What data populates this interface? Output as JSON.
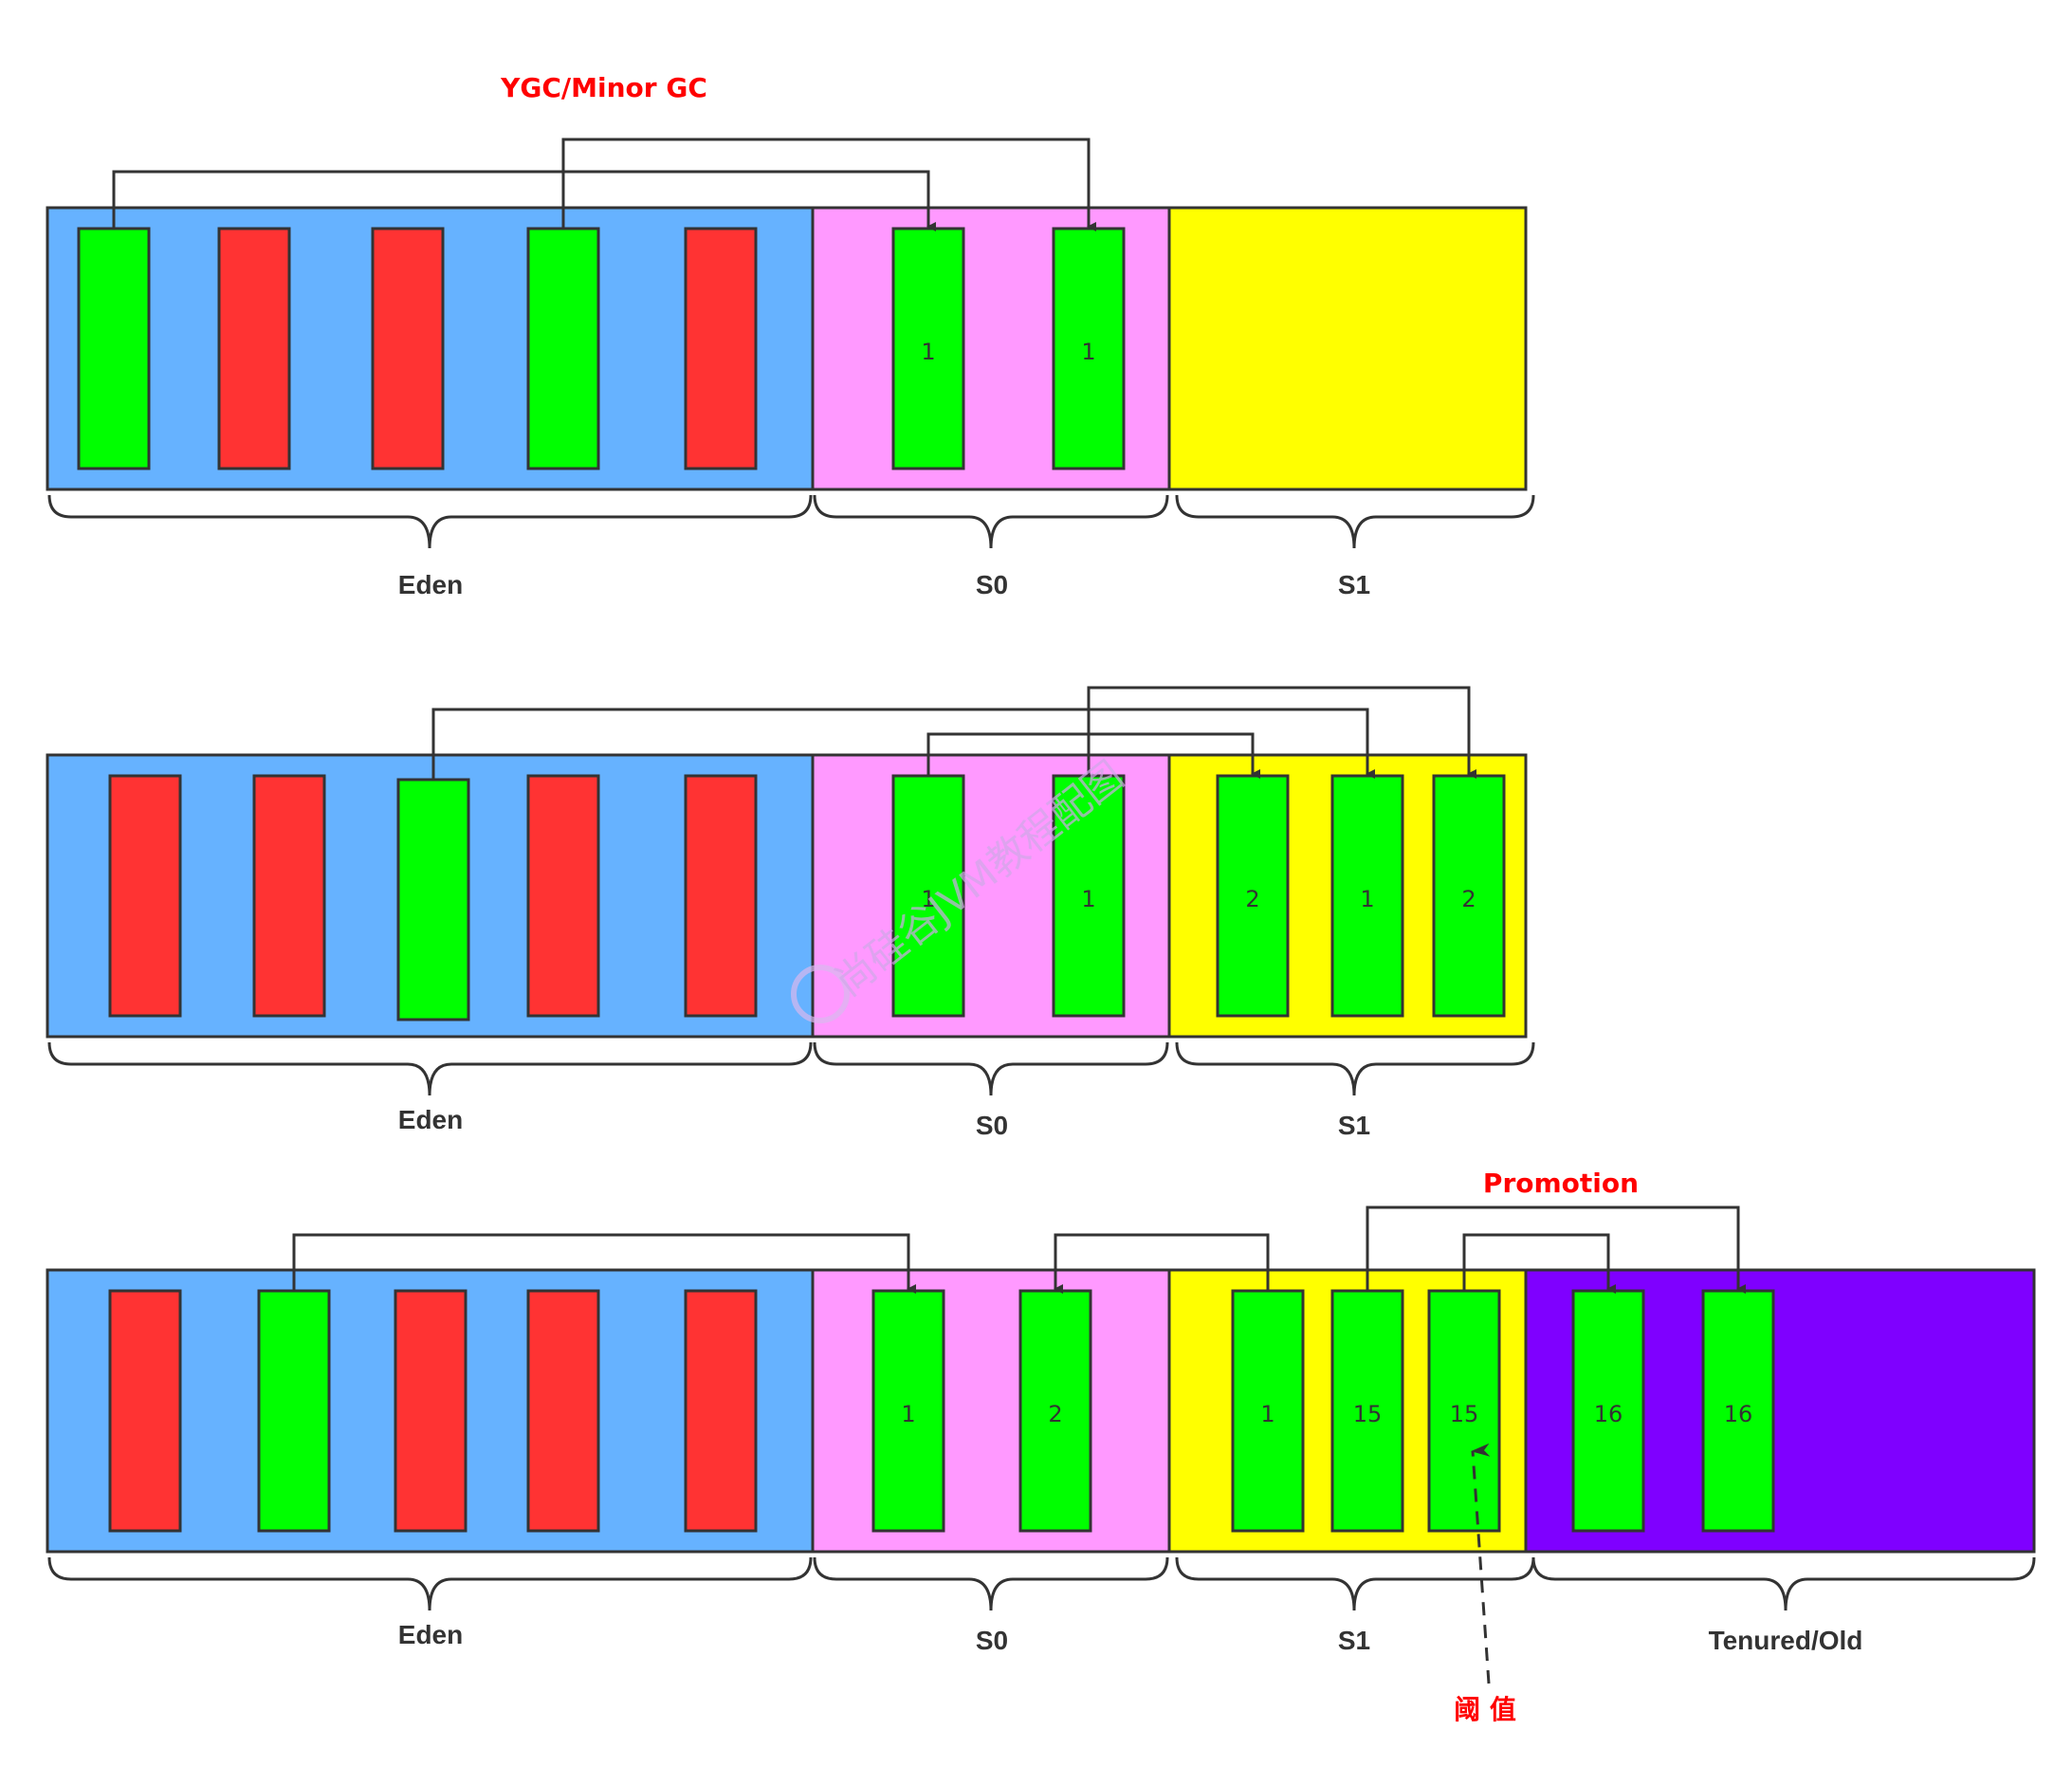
{
  "titles": {
    "ygc": "YGC/Minor GC",
    "promotion": "Promotion",
    "threshold": "阈 值"
  },
  "watermark": "尚硅谷JVM教程配图",
  "labels": {
    "eden": "Eden",
    "s0": "S0",
    "s1": "S1",
    "tenured": "Tenured/Old"
  },
  "colors": {
    "eden": "#66b2ff",
    "s0": "#ff99ff",
    "s1": "#ffff00",
    "tenured": "#7f00ff",
    "live": "#00ff00",
    "dead": "#ff3333",
    "stroke": "#333333",
    "accent": "#ff0000"
  },
  "diagrams": [
    {
      "eden_objects": [
        "live",
        "dead",
        "dead",
        "live",
        "dead"
      ],
      "s0_objects": [
        "1",
        "1"
      ],
      "s1_objects": [],
      "tenured_objects": []
    },
    {
      "eden_objects": [
        "dead",
        "dead",
        "live",
        "dead",
        "dead"
      ],
      "s0_objects": [
        "1",
        "1"
      ],
      "s1_objects": [
        "2",
        "1",
        "2"
      ],
      "tenured_objects": []
    },
    {
      "eden_objects": [
        "dead",
        "live",
        "dead",
        "dead",
        "dead"
      ],
      "s0_objects": [
        "1",
        "2"
      ],
      "s1_objects": [
        "1",
        "15",
        "15"
      ],
      "tenured_objects": [
        "16",
        "16"
      ]
    }
  ]
}
